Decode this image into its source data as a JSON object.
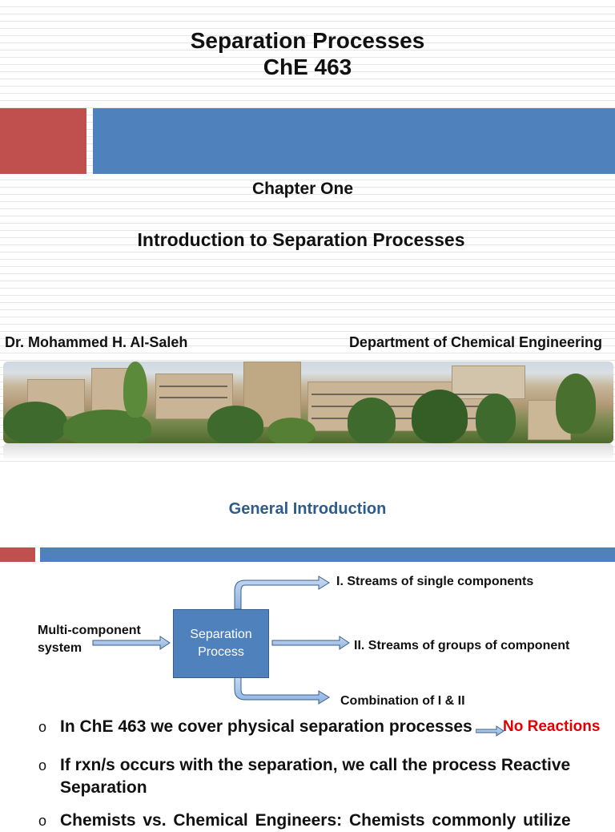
{
  "slide1": {
    "title_line1": "Separation Processes",
    "title_line2": "ChE 463",
    "chapter": "Chapter One",
    "subtitle": "Introduction to Separation Processes",
    "author": "Dr. Mohammed H. Al-Saleh",
    "department": "Department of Chemical Engineering",
    "accent_red": "#c0504d",
    "accent_blue": "#4f81bd"
  },
  "slide2": {
    "heading": "General Introduction",
    "diagram": {
      "input_line1": "Multi-component",
      "input_line2": "system",
      "box_line1": "Separation",
      "box_line2": "Process",
      "output1": "I. Streams of single components",
      "output2": "II. Streams of groups of component",
      "output3": "Combination of I & II"
    },
    "bullets": [
      {
        "marker": "o",
        "line1": "In ChE 463 we cover physical separation processes",
        "note": "No Reactions"
      },
      {
        "marker": "o",
        "line1": "If rxn/s occurs with the separation, we call the process Reactive",
        "line2": "Separation"
      },
      {
        "marker": "o",
        "line1": "Chemists  vs.  Chemical  Engineers:  Chemists  commonly  utilize"
      }
    ],
    "note_color": "#e00000",
    "heading_color": "#2e5c8a"
  }
}
